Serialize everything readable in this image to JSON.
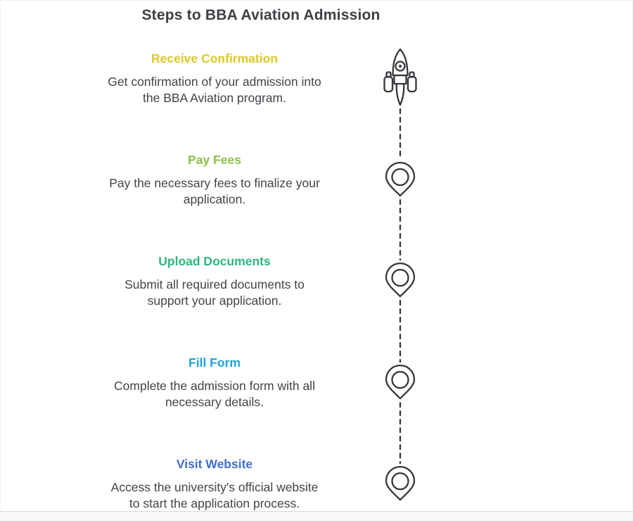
{
  "title": "Steps to BBA Aviation Admission",
  "steps": [
    {
      "title": "Receive Confirmation",
      "color": "#ddc727",
      "description": "Get confirmation of your admission into\nthe BBA Aviation program.",
      "marker": "rocket-icon"
    },
    {
      "title": "Pay Fees",
      "color": "#8bc34a",
      "description": "Pay the necessary fees to finalize your\napplication.",
      "marker": "pin-icon"
    },
    {
      "title": "Upload Documents",
      "color": "#2eb67d",
      "description": "Submit all required documents to\nsupport your application.",
      "marker": "pin-icon"
    },
    {
      "title": "Fill Form",
      "color": "#1fa3d9",
      "description": "Complete the admission form with all\nnecessary details.",
      "marker": "pin-icon"
    },
    {
      "title": "Visit Website",
      "color": "#3e6fd2",
      "description": "Access the university's official website\nto start the application process.",
      "marker": "pin-icon"
    }
  ],
  "timeline": {
    "line_color": "#34373b",
    "icon_color": "#34373b",
    "line_style": "dashed"
  }
}
